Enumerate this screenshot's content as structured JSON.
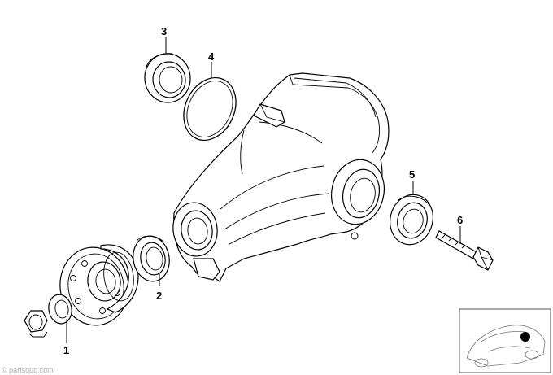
{
  "callouts": [
    {
      "id": "1",
      "label": "1"
    },
    {
      "id": "2",
      "label": "2"
    },
    {
      "id": "3",
      "label": "3"
    },
    {
      "id": "4",
      "label": "4"
    },
    {
      "id": "5",
      "label": "5"
    },
    {
      "id": "6",
      "label": "6"
    }
  ],
  "watermark": "© partsouq.com",
  "thumbnail": {
    "marker_color": "#000000"
  }
}
